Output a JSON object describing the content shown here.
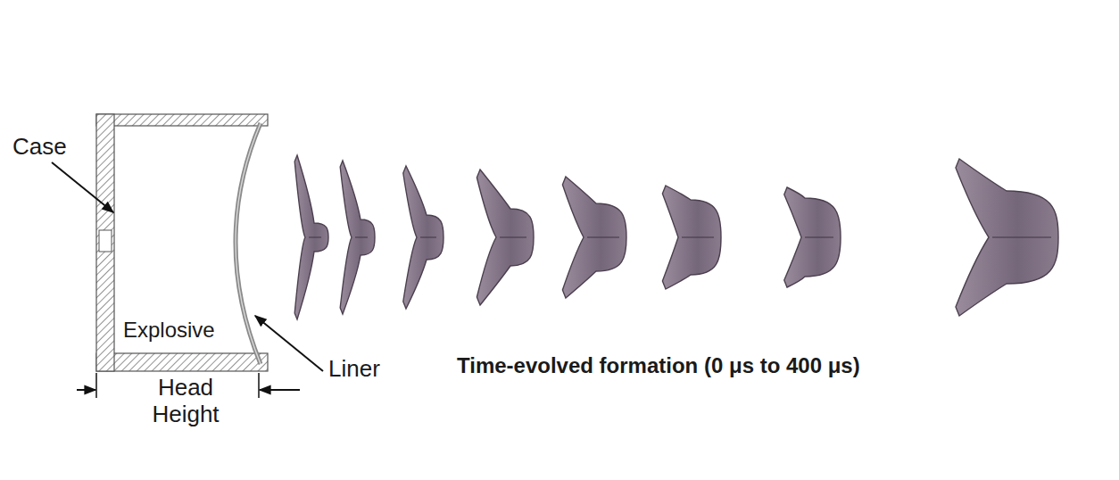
{
  "diagram": {
    "labels": [
      "Case",
      "Explosive",
      "Liner",
      "Head Height",
      "Time-evolved formation (0 μs to 400 μs)"
    ]
  }
}
